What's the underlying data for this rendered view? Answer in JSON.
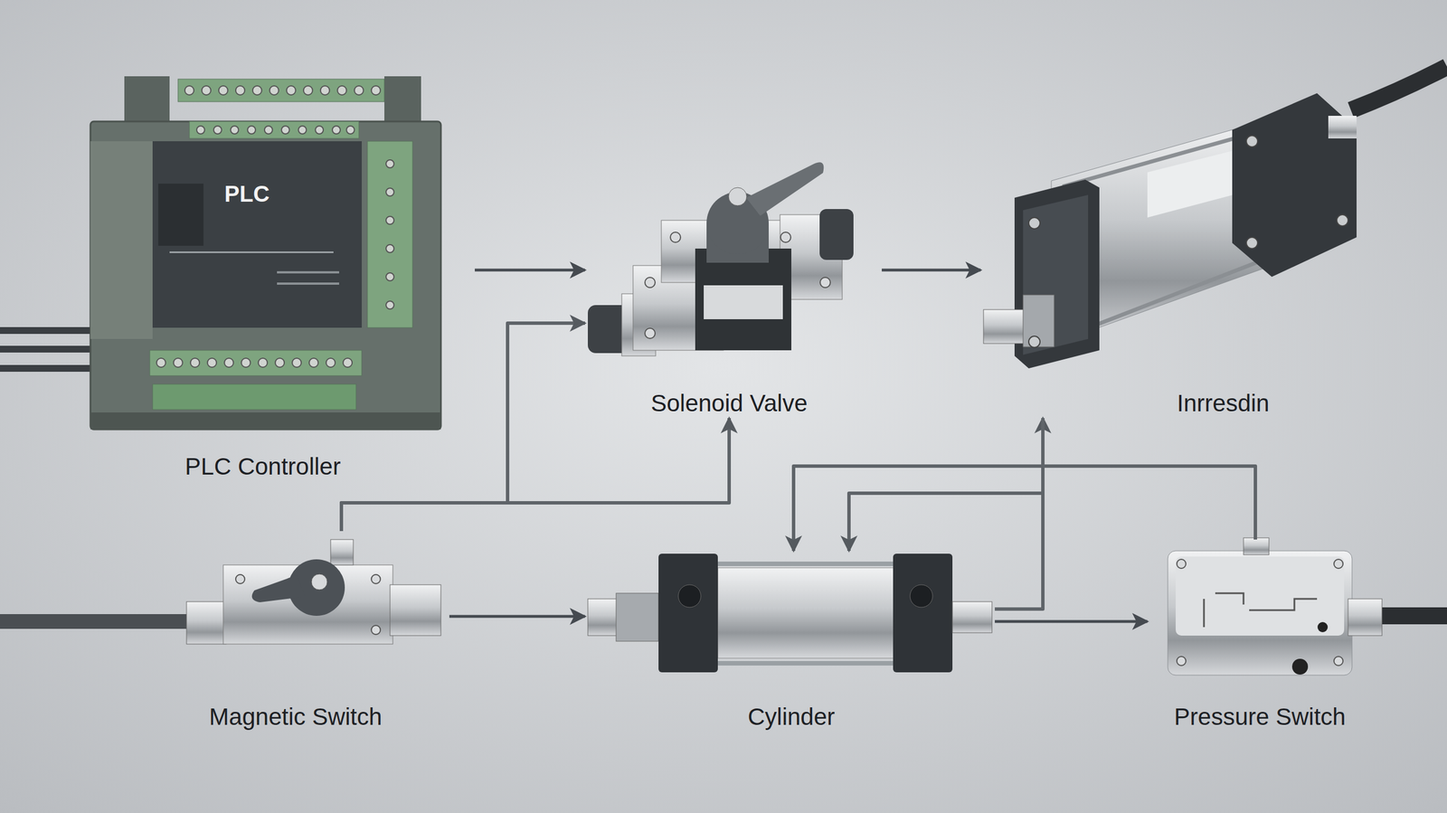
{
  "diagram": {
    "nodes": [
      {
        "text": [
          "PLC",
          "PLC Controller"
        ]
      },
      {
        "text": [
          "Solenoid Valve"
        ]
      },
      {
        "text": [
          "Inrresdin"
        ]
      },
      {
        "text": [
          "Magnetic Switch"
        ]
      },
      {
        "text": [
          "Cylinder"
        ]
      },
      {
        "text": [
          "Pressure Switch"
        ]
      }
    ],
    "edges": [
      {
        "from": 0,
        "to": 1,
        "arrow": "to"
      },
      {
        "from": 1,
        "to": 2,
        "arrow": "to"
      },
      {
        "from": 3,
        "to": 1,
        "arrow": "to"
      },
      {
        "from": 3,
        "to": 1,
        "arrow": "to"
      },
      {
        "from": 3,
        "to": 4,
        "arrow": "to"
      },
      {
        "from": 4,
        "to": 2,
        "arrow": "to"
      },
      {
        "from": 5,
        "to": 4,
        "arrow": "to"
      },
      {
        "from": 2,
        "to": 4,
        "arrow": "to"
      },
      {
        "from": 4,
        "to": 5,
        "arrow": "to"
      }
    ]
  }
}
